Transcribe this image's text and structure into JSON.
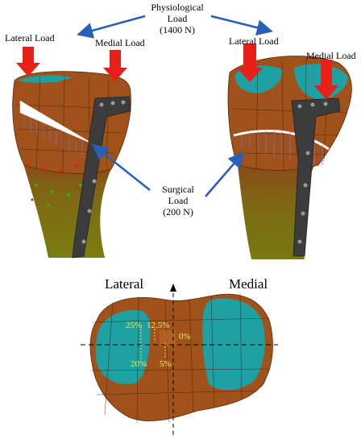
{
  "labels": {
    "physiological_line1": "Physiological",
    "physiological_line2": "Load",
    "physiological_line3": "(1400 N)",
    "lateral_load_left": "Lateral Load",
    "medial_load_left": "Medial Load",
    "lateral_load_right": "Lateral Load",
    "medial_load_right": "Medial Load",
    "surgical_line1": "Surgical",
    "surgical_line2": "Load",
    "surgical_line3": "(200 N)",
    "lateral": "Lateral",
    "medial": "Medial"
  },
  "percentages": {
    "p25": "25%",
    "p12_5": "12.5%",
    "p0": "0%",
    "p20": "20%",
    "p5": "5%"
  },
  "colors": {
    "bone": "#a0521a",
    "bone_dark": "#6e3510",
    "shaft": "#7c7a12",
    "cartilage": "#1fa0a3",
    "arrow_red": "#e8201a",
    "arrow_blue": "#2a5fb8",
    "plate": "#3c3c3c",
    "pct_text": "#e8f06a"
  }
}
